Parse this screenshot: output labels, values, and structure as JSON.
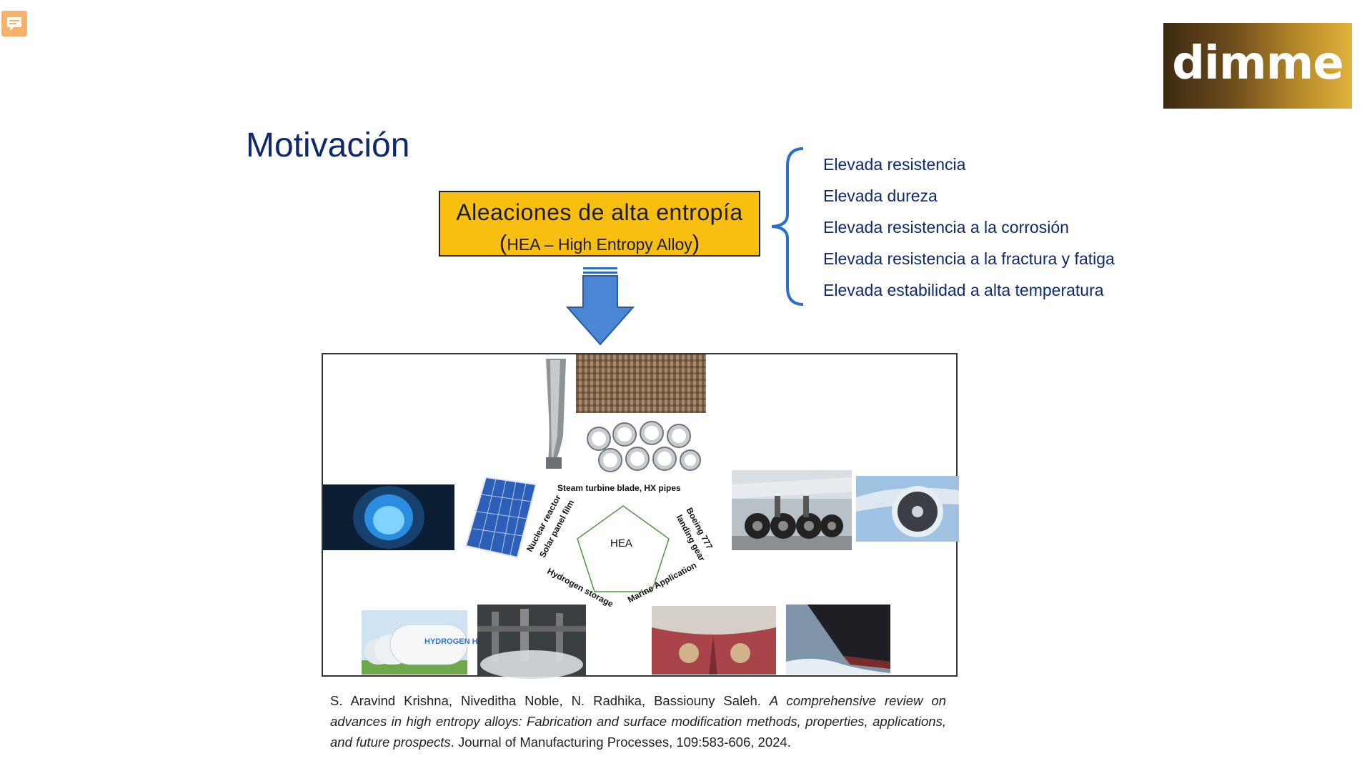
{
  "slide": {
    "title": "Motivación",
    "logo_text": "dimme"
  },
  "hea_box": {
    "line1": "Aleaciones de alta entropía",
    "open_paren": "(",
    "line2_inner": "HEA – High Entropy Alloy",
    "close_paren": ")"
  },
  "properties": [
    "Elevada resistencia",
    "Elevada dureza",
    "Elevada resistencia a la corrosión",
    "Elevada resistencia a la fractura y fatiga",
    "Elevada estabilidad a alta temperatura"
  ],
  "figure": {
    "center_label": "HEA",
    "labels": {
      "steam": "Steam turbine blade, HX pipes",
      "nuclear": "Nuclear reactor",
      "solar": "Solar panel film",
      "boeing": "Boeing 777",
      "landing": "landing gear",
      "hydrogen": "Hydrogen storage",
      "marine": "Marine Application",
      "tank_text": "HYDROGEN H2"
    }
  },
  "citation": {
    "authors": "S. Aravind Krishna, Niveditha Noble, N. Radhika, Bassiouny Saleh. ",
    "title": "A comprehensive review on advances in high entropy alloys: Fabrication and surface modification methods, properties, applications, and future prospects",
    "journal": ". Journal of Manufacturing Processes, 109:583-606, 2024."
  },
  "colors": {
    "title": "#0f2a6b",
    "box": "#f8be10",
    "arrow": "#4a86d4",
    "brace": "#2a6fc9",
    "comment_icon": "#f6b26b"
  }
}
